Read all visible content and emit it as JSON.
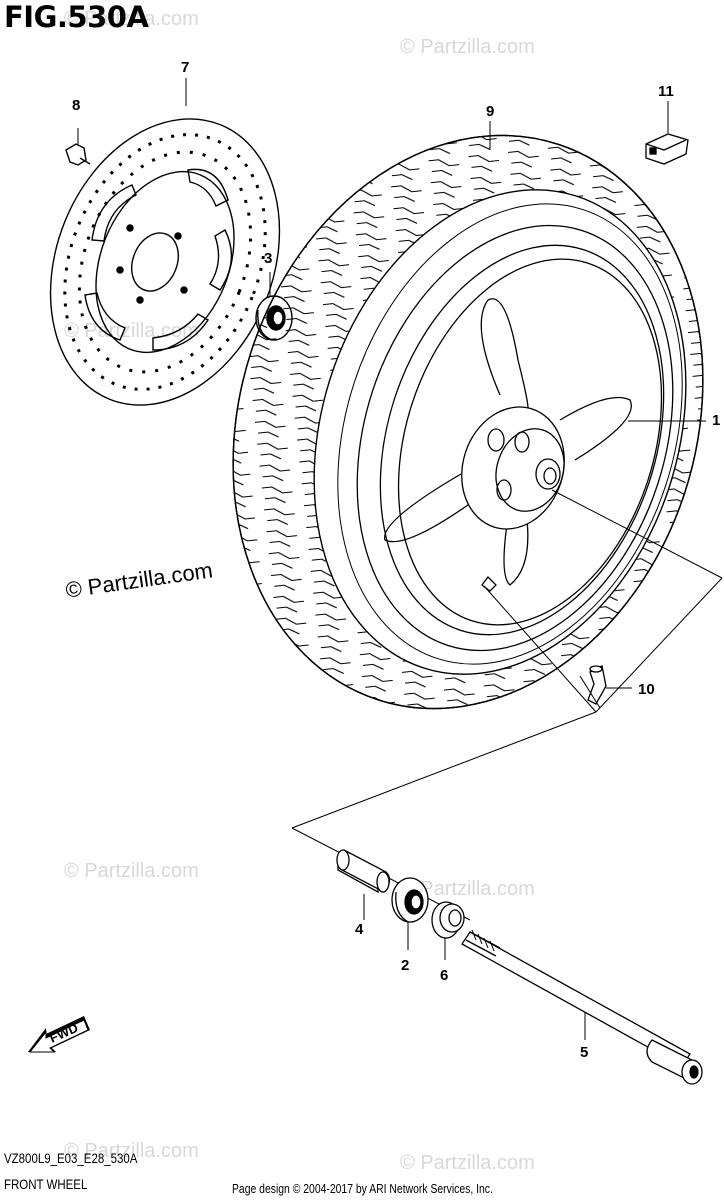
{
  "figure": {
    "title": "FIG.530A",
    "diagram_code": "VZ800L9_E03_E28_530A",
    "name": "FRONT WHEEL"
  },
  "parts": {
    "p1": "1",
    "p2": "2",
    "p3": "3",
    "p4": "4",
    "p5": "5",
    "p6": "6",
    "p7": "7",
    "p8": "8",
    "p9": "9",
    "p10": "10",
    "p11": "11"
  },
  "direction_label": "FWD",
  "watermark": "© Partzilla.com",
  "footer": {
    "page_design": "Page design © 2004-2017 by ARI Network Services, Inc."
  },
  "colors": {
    "line": "#000000",
    "watermark": "#d8d8d8"
  }
}
